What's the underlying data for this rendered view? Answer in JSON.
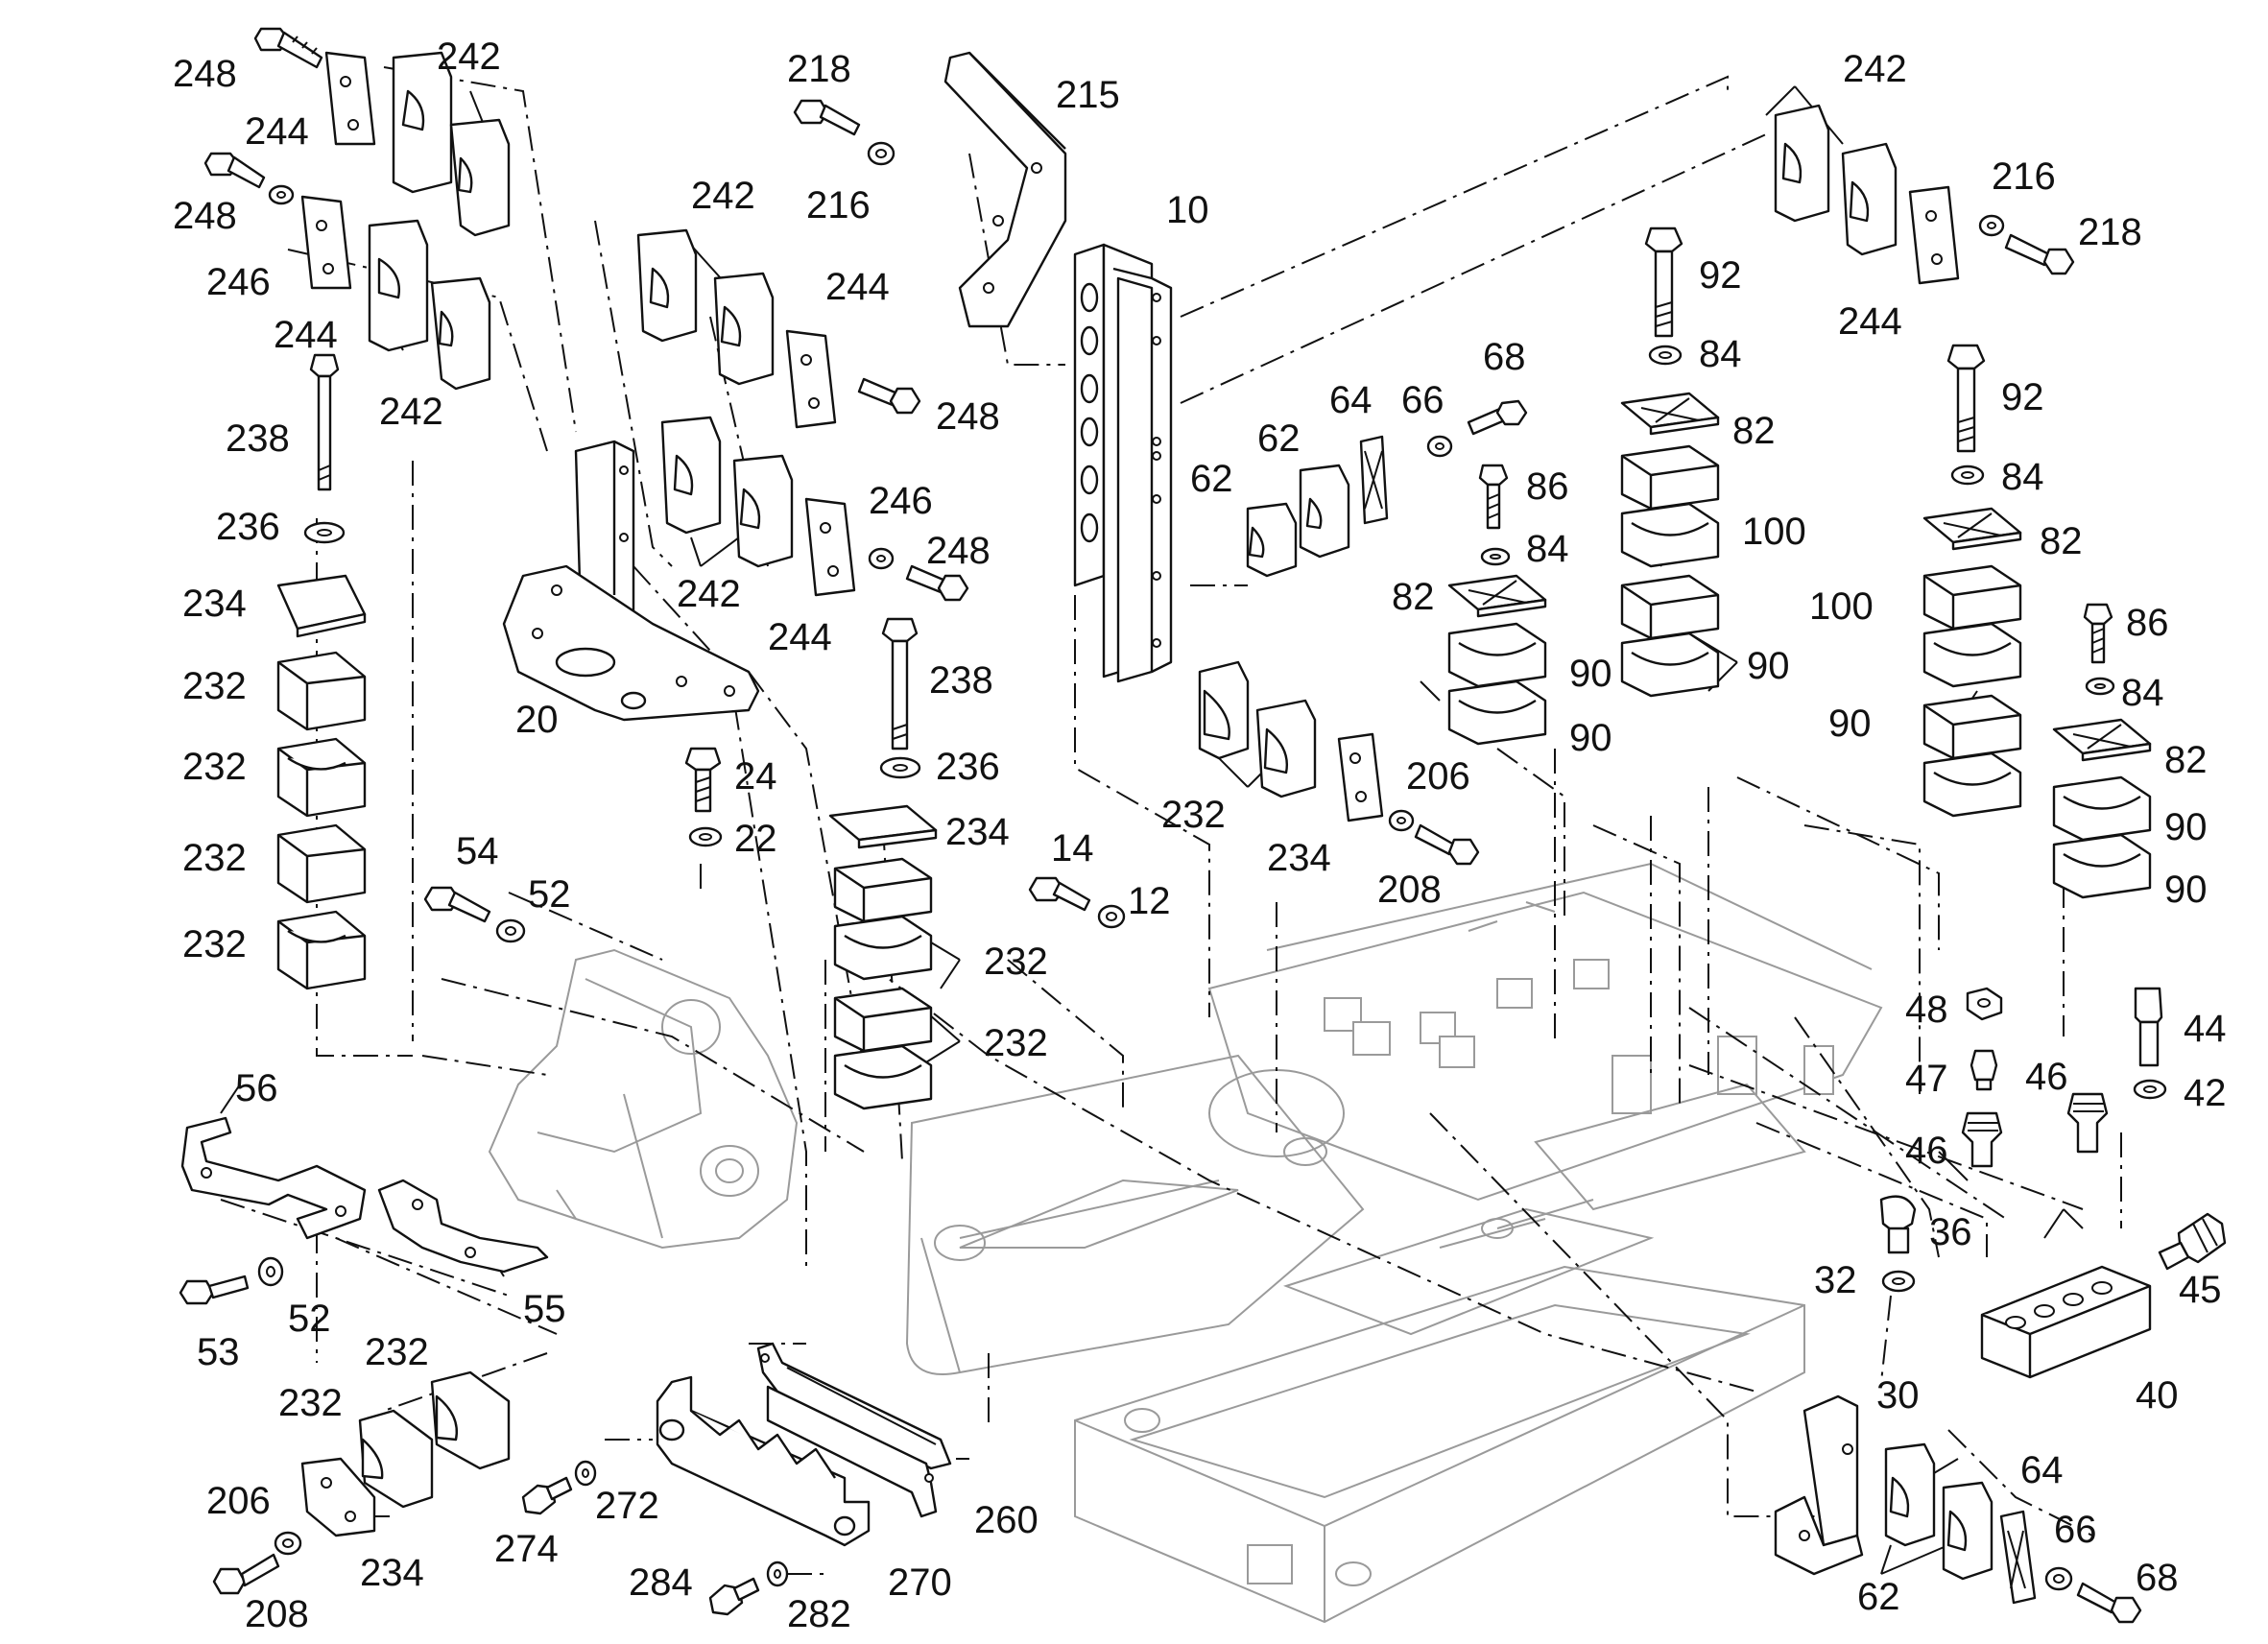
{
  "labels": {
    "l_248a": "248",
    "l_244a": "244",
    "l_242a": "242",
    "l_248b": "248",
    "l_246a": "246",
    "l_244b": "244",
    "l_242b": "242",
    "l_238a": "238",
    "l_236a": "236",
    "l_234a": "234",
    "l_232a": "232",
    "l_232b": "232",
    "l_232c": "232",
    "l_232d": "232",
    "l_218a": "218",
    "l_216a": "216",
    "l_215": "215",
    "l_242c": "242",
    "l_244c": "244",
    "l_248c": "248",
    "l_246b": "246",
    "l_248d": "248",
    "l_242d": "242",
    "l_244d": "244",
    "l_20": "20",
    "l_24": "24",
    "l_22": "22",
    "l_54": "54",
    "l_52a": "52",
    "l_238b": "238",
    "l_236b": "236",
    "l_234b": "234",
    "l_232e": "232",
    "l_232f": "232",
    "l_10": "10",
    "l_62a": "62",
    "l_62b": "62",
    "l_64a": "64",
    "l_66a": "66",
    "l_68a": "68",
    "l_86a": "86",
    "l_84a": "84",
    "l_82a": "82",
    "l_90a": "90",
    "l_90b": "90",
    "l_232g": "232",
    "l_234c": "234",
    "l_206a": "206",
    "l_208a": "208",
    "l_14": "14",
    "l_12": "12",
    "l_92a": "92",
    "l_84b": "84",
    "l_82b": "82",
    "l_100a": "100",
    "l_90c": "90",
    "l_242e": "242",
    "l_216b": "216",
    "l_218b": "218",
    "l_244e": "244",
    "l_92b": "92",
    "l_84c": "84",
    "l_82c": "82",
    "l_100b": "100",
    "l_90d": "90",
    "l_86b": "86",
    "l_84d": "84",
    "l_82d": "82",
    "l_90e": "90",
    "l_90f": "90",
    "l_48": "48",
    "l_47": "47",
    "l_46a": "46",
    "l_46b": "46",
    "l_44": "44",
    "l_42": "42",
    "l_36": "36",
    "l_32": "32",
    "l_45": "45",
    "l_40": "40",
    "l_30": "30",
    "l_64b": "64",
    "l_66b": "66",
    "l_68b": "68",
    "l_62c": "62",
    "l_56": "56",
    "l_55": "55",
    "l_53": "53",
    "l_52b": "52",
    "l_232h": "232",
    "l_232i": "232",
    "l_206b": "206",
    "l_234d": "234",
    "l_208b": "208",
    "l_274": "274",
    "l_272": "272",
    "l_260": "260",
    "l_284": "284",
    "l_282": "282",
    "l_270": "270"
  }
}
